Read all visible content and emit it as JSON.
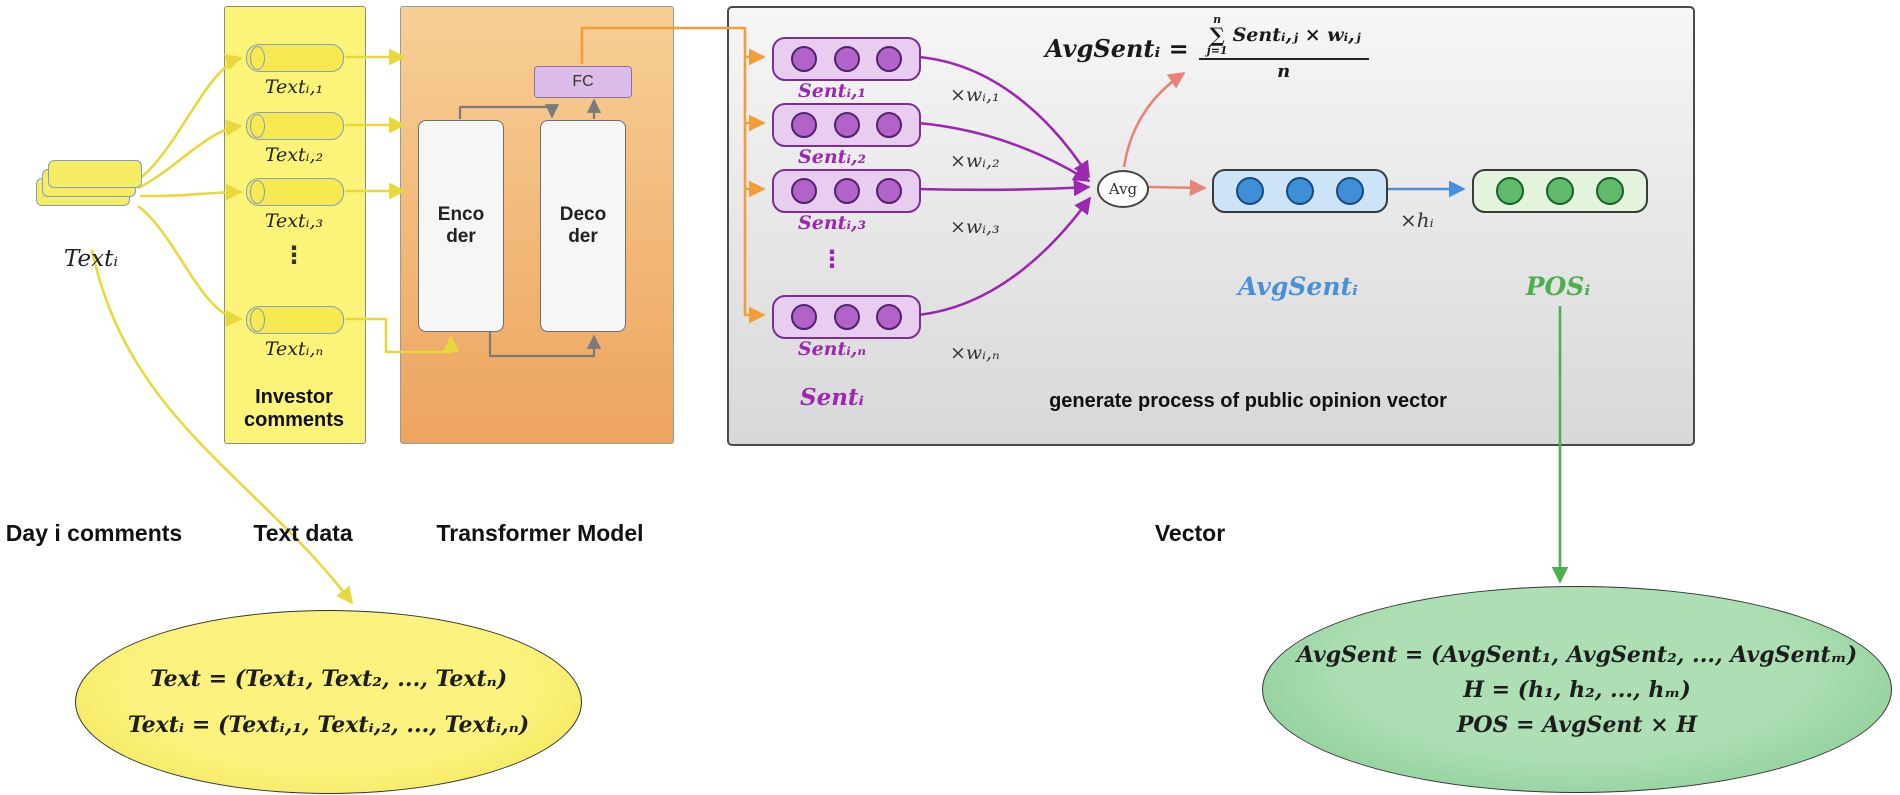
{
  "stack": {
    "label": "Textᵢ"
  },
  "text_data": {
    "cylinders": [
      "Textᵢ,₁",
      "Textᵢ,₂",
      "Textᵢ,₃",
      "Textᵢ,ₙ"
    ],
    "dots": "⋮",
    "caption": "Investor\ncomments"
  },
  "transformer": {
    "fc": "FC",
    "encoder": "Enco\nder",
    "decoder": "Deco\nder"
  },
  "opinion": {
    "formula": {
      "lhs": "AvgSentᵢ =",
      "sum_top": "n",
      "sum_symbol": "∑",
      "sum_bottom": "j=1",
      "numerator": "Sentᵢ,ⱼ × wᵢ,ⱼ",
      "denominator": "n"
    },
    "sent_labels": [
      "Sentᵢ,₁",
      "Sentᵢ,₂",
      "Sentᵢ,₃",
      "Sentᵢ,ₙ"
    ],
    "weights": [
      "×wᵢ,₁",
      "×wᵢ,₂",
      "×wᵢ,₃",
      "×wᵢ,ₙ"
    ],
    "dots": "⋮",
    "group_label": "Sentᵢ",
    "avg": "Avg",
    "avgsent": "AvgSentᵢ",
    "h": "×hᵢ",
    "pos": "POSᵢ",
    "caption": "generate process of public opinion vector"
  },
  "labels": {
    "day": "Day i comments",
    "text": "Text data",
    "model": "Transformer Model",
    "vector": "Vector"
  },
  "yellow_ellipse": {
    "line1": "Text = (Text₁, Text₂, ..., Textₙ)",
    "line2": "Textᵢ = (Textᵢ,₁, Textᵢ,₂, ..., Textᵢ,ₙ)"
  },
  "green_ellipse": {
    "line1": "AvgSent = (AvgSent₁, AvgSent₂, ..., AvgSentₘ)",
    "line2": "H = (h₁, h₂, ..., hₘ)",
    "line3": "POS = AvgSent × H"
  },
  "colors": {
    "yellow_arrow": "#E9D83C",
    "orange_arrow": "#F29D38",
    "purple": "#9C27B0",
    "salmon": "#E8837A",
    "blue": "#4A90D9",
    "green": "#4CAF50"
  }
}
